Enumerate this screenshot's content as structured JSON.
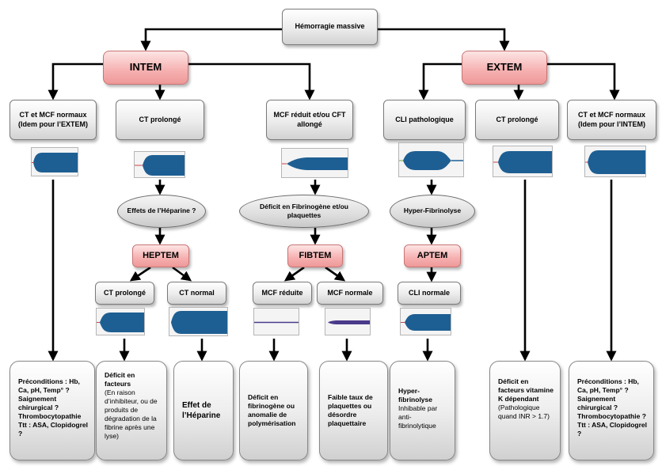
{
  "root": "Hémorragie massive",
  "intem": "INTEM",
  "extem": "EXTEM",
  "intem_children": {
    "normal": "CT et MCF normaux (Idem pour l’EXTEM)",
    "ct_long": "CT prolongé",
    "mcf_low": "MCF réduit et/ou  CFT allongé"
  },
  "extem_children": {
    "cli": "CLI pathologique",
    "ct_long": "CT prolongé",
    "normal": "CT et MCF normaux (Idem pour l’INTEM)"
  },
  "questions": {
    "heparin": "Effets de l’Héparine ?",
    "fib": "Déficit en Fibrinogène et/ou plaquettes",
    "hyper": "Hyper-Fibrinolyse"
  },
  "tests": {
    "heptem": "HEPTEM",
    "fibtem": "FIBTEM",
    "aptem": "APTEM"
  },
  "results": {
    "hep_ct_long": "CT prolongé",
    "hep_ct_normal": "CT normal",
    "fib_mcf_low": "MCF réduite",
    "fib_mcf_normal": "MCF normale",
    "apt_cli_normal": "CLI normale"
  },
  "conclusions": {
    "c1": "Préconditions : Hb, Ca, pH, Temp° ? Saignement chirurgical ? Thrombocytopathie Ttt : ASA, Clopidogrel ?",
    "c2_title": "Déficit en facteurs",
    "c2_sub": "(En raison d’inhibiteur, ou de produits de dégradation de la fibrine après une lyse)",
    "c3": "Effet de l’Héparine",
    "c4": "Déficit en fibrinogène ou anomalie de polymérisation",
    "c5": "Faible taux de plaquettes ou désordre plaquettaire",
    "c6_title": "Hyper-fibrinolyse",
    "c6_sub": "Inhibable par anti-fibrinolytique",
    "c7_title": "Déficit en facteurs vitamine K dépendant",
    "c7_sub": "(Pathologique quand INR > 1.7)",
    "c8": "Préconditions : Hb, Ca, pH, Temp° ? Saignement chirurgical ? Thrombocytopathie ? Ttt : ASA, Clopidogrel ?"
  },
  "colors": {
    "trace": "#1e5f93",
    "arrow": "#000000",
    "accent_box": "#f4a9a9"
  }
}
